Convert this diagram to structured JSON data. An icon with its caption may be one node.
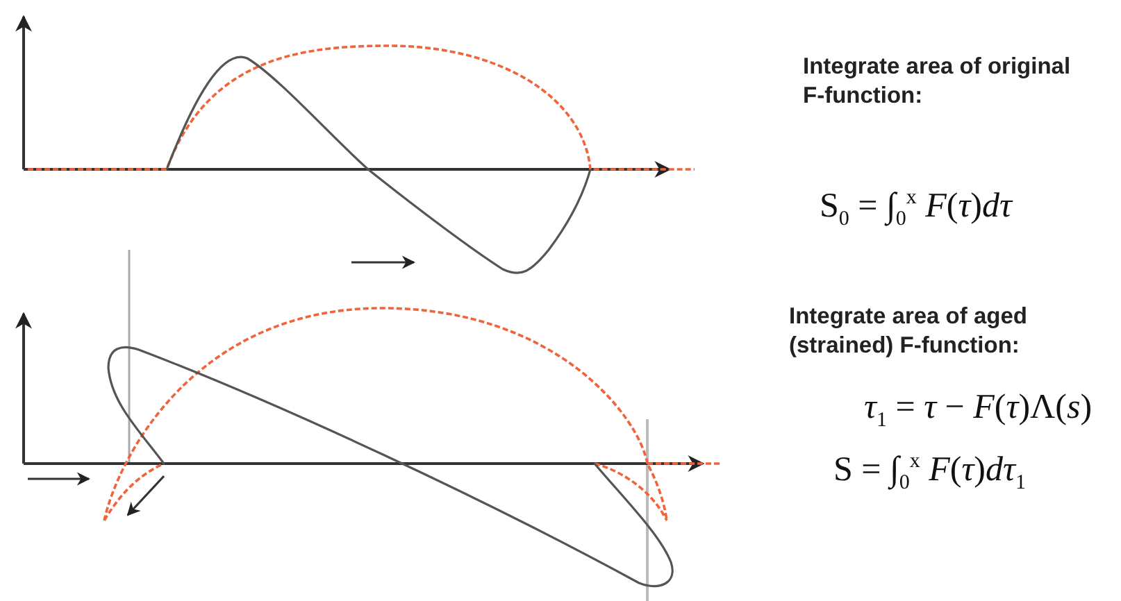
{
  "diagram": {
    "labels": [
      "Integrate area of original F-function:",
      "S$_{0}$ = ∫$_{0}$$^{x}$ *F*(*τ*)*dτ*",
      "Integrate area of aged (strained) F-function:",
      "*τ*$_{1}$ = *τ* − *F*(*τ*)Λ(*s*)",
      "S = ∫$_{0}$$^{x}$ *F*(*τ*)*dτ*$_{1}$"
    ]
  }
}
